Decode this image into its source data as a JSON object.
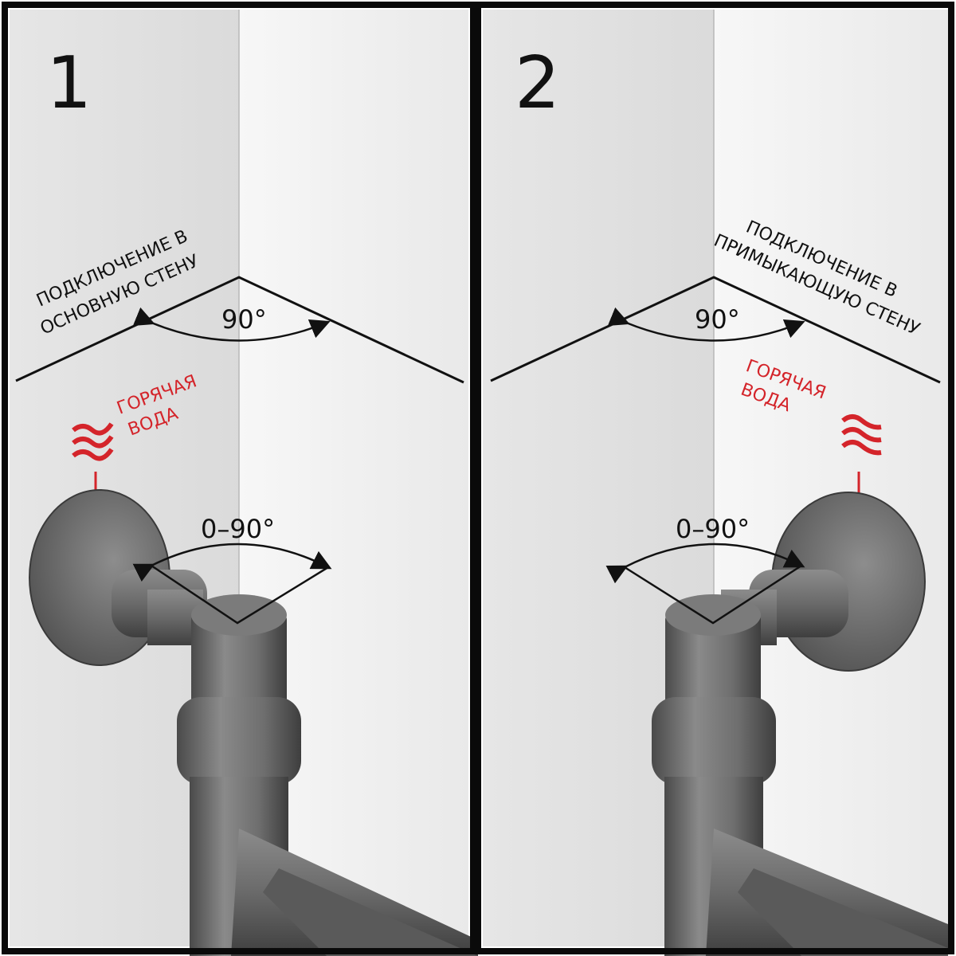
{
  "panels": [
    {
      "number": "1",
      "connection_line1": "ПОДКЛЮЧЕНИЕ В",
      "connection_line2": "ОСНОВНУЮ СТЕНУ",
      "wall_angle": "90°",
      "rotation_range": "0–90°",
      "hot_line1": "ГОРЯЧАЯ",
      "hot_line2": "ВОДА"
    },
    {
      "number": "2",
      "connection_line1": "ПОДКЛЮЧЕНИЕ В",
      "connection_line2": "ПРИМЫКАЮЩУЮ СТЕНУ",
      "wall_angle": "90°",
      "rotation_range": "0–90°",
      "hot_line1": "ГОРЯЧАЯ",
      "hot_line2": "ВОДА"
    }
  ],
  "colors": {
    "frame": "#0a0a0a",
    "wall_left": "#d8d8d8",
    "wall_right": "#f2f2f2",
    "metal": "#6a6a6a",
    "hot_water": "#d4242a"
  }
}
